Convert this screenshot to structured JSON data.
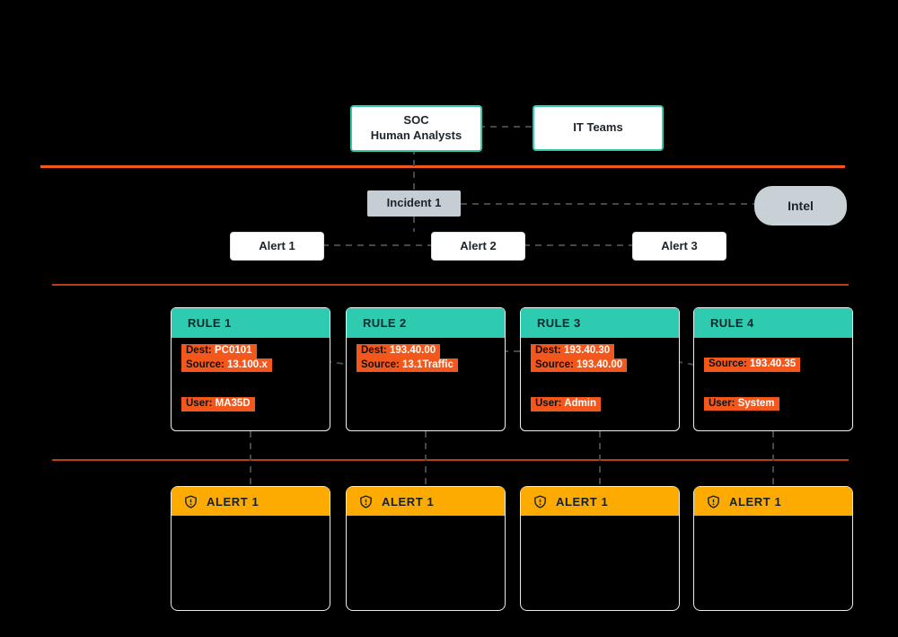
{
  "diagram": {
    "background": "#000000",
    "colors": {
      "teal": "#2fcbb1",
      "tag_orange": "#f4571c",
      "divider_orange": "#f4571c",
      "alert_amber": "#fdab01",
      "node_gray": "#c5ced4",
      "dash_gray": "#41474d",
      "card_border": "#eef1f3"
    },
    "nodes": {
      "soc_line1": "SOC",
      "soc_line2": "Human Analysts",
      "it_teams": "IT Teams",
      "incident": "Incident 1",
      "intel": "Intel",
      "alert1": "Alert 1",
      "alert2": "Alert 2",
      "alert3": "Alert 3"
    },
    "rules": [
      {
        "title": "RULE 1",
        "dest_label": "Dest:",
        "dest_value": "PC0101",
        "source_label": "Source:",
        "source_value": "13.100.x",
        "user_label": "User:",
        "user_value": "MA35D"
      },
      {
        "title": "RULE 2",
        "dest_label": "Dest:",
        "dest_value": "193.40.00",
        "source_label": "Source:",
        "source_value": "13.1Traffic"
      },
      {
        "title": "RULE 3",
        "dest_label": "Dest:",
        "dest_value": "193.40.30",
        "source_label": "Source:",
        "source_value": "193.40.00",
        "user_label": "User:",
        "user_value": "Admin"
      },
      {
        "title": "RULE 4",
        "source_label": "Source:",
        "source_value": "193.40.35",
        "user_label": "User:",
        "user_value": "System"
      }
    ],
    "alert_cards": [
      {
        "title": "ALERT 1"
      },
      {
        "title": "ALERT 1"
      },
      {
        "title": "ALERT 1"
      },
      {
        "title": "ALERT 1"
      }
    ]
  }
}
